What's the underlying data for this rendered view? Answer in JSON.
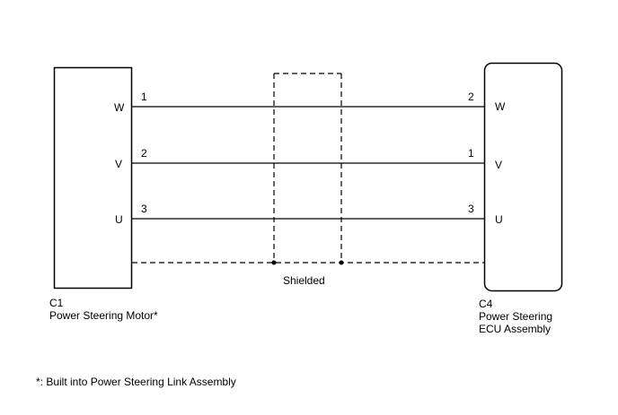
{
  "left_component": {
    "code": "C1",
    "name": "Power Steering Motor*",
    "terminals": [
      "W",
      "V",
      "U"
    ]
  },
  "right_component": {
    "code": "C4",
    "name_line1": "Power Steering",
    "name_line2": "ECU Assembly",
    "terminals": [
      "W",
      "V",
      "U"
    ]
  },
  "wires": [
    {
      "left_pin": "1",
      "right_pin": "2"
    },
    {
      "left_pin": "2",
      "right_pin": "1"
    },
    {
      "left_pin": "3",
      "right_pin": "3"
    }
  ],
  "shield_label": "Shielded",
  "footnote": "*: Built into Power Steering Link Assembly"
}
